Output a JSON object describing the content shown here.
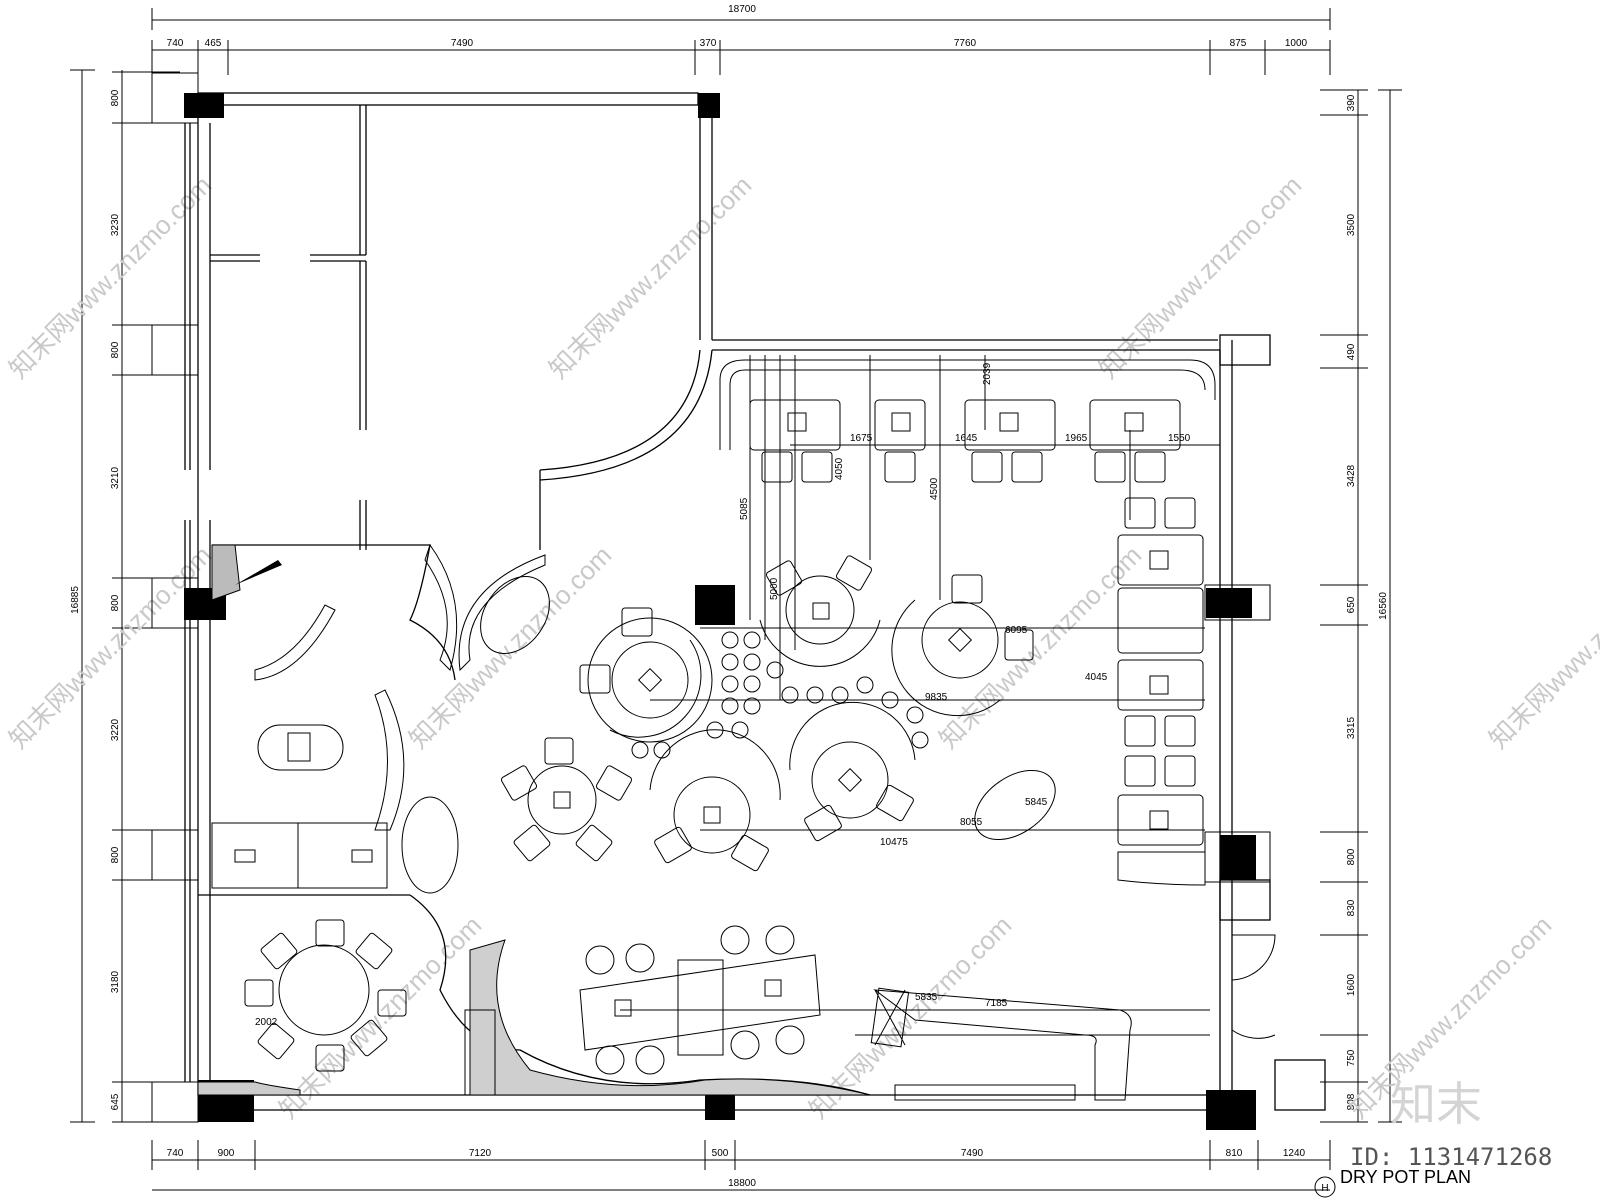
{
  "dimensions": {
    "top_total": "18700",
    "top": [
      "740",
      "465",
      "7490",
      "370",
      "7760",
      "875",
      "1000"
    ],
    "bottom_total": "18800",
    "bottom": [
      "740",
      "900",
      "7120",
      "500",
      "7490",
      "810",
      "1240"
    ],
    "left_total": "16885",
    "left": [
      "800",
      "3230",
      "800",
      "3210",
      "800",
      "3220",
      "800",
      "3180",
      "645"
    ],
    "right_total": "16560",
    "right": [
      "390",
      "3500",
      "490",
      "3428",
      "650",
      "3315",
      "800",
      "830",
      "1600",
      "750",
      "808"
    ],
    "interior": [
      "1675",
      "1645",
      "1965",
      "1550",
      "2039",
      "5085",
      "4050",
      "4500",
      "5000",
      "10475",
      "8055",
      "5845",
      "4045",
      "9835",
      "7185",
      "5835",
      "6095",
      "2002"
    ]
  },
  "drawing_title": "DRY POT  PLAN",
  "drawing_symbol": "H",
  "watermark": "知末网www.znzmo.com",
  "logo": "知末",
  "id_label": "ID: 1131471268"
}
